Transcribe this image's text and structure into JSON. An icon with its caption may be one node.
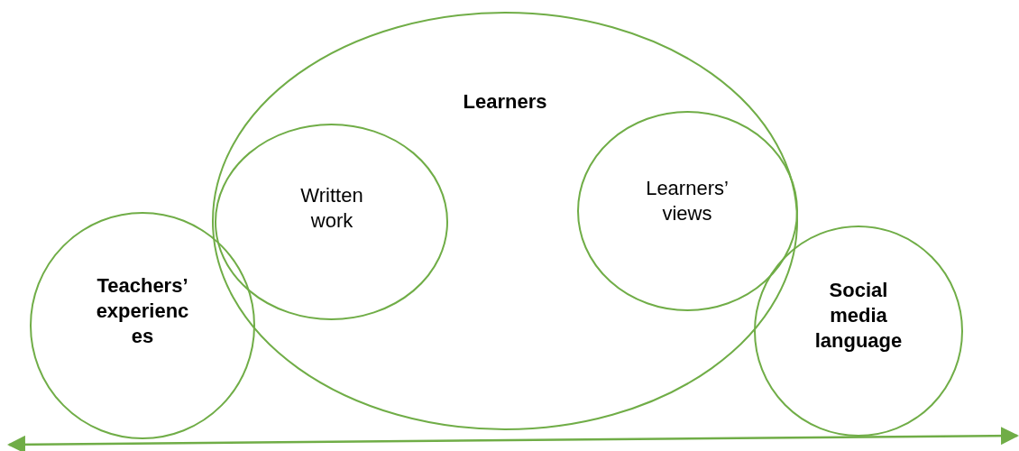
{
  "diagram": {
    "nodes": [
      {
        "text": [
          "Learners"
        ]
      },
      {
        "text": [
          "Written work"
        ],
        "in": 0
      },
      {
        "text": [
          "Learners’ views"
        ],
        "in": 0
      },
      {
        "text": [
          "Teachers’ experienc es"
        ]
      },
      {
        "text": [
          "Social media language"
        ]
      }
    ],
    "edges": []
  }
}
